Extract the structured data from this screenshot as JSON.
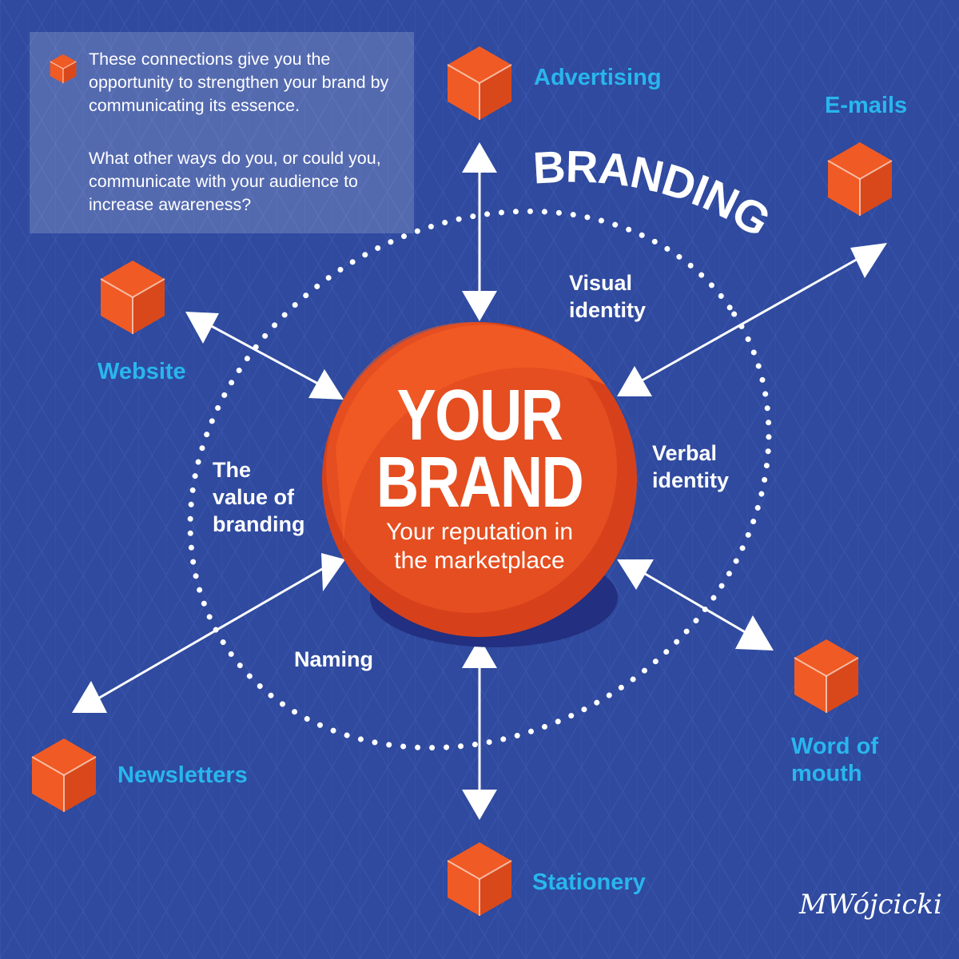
{
  "info_box": {
    "paragraph_1": "These connections give you the opportunity to strengthen your brand by communicating its essence.",
    "paragraph_2": "What other ways do you, or could you, communicate with your audience to increase awareness?"
  },
  "arc_title": "BRANDING",
  "center": {
    "title_line1": "YOUR",
    "title_line2": "BRAND",
    "subtitle_line1": "Your reputation in",
    "subtitle_line2": "the marketplace"
  },
  "ring_labels": {
    "visual_line1": "Visual",
    "visual_line2": "identity",
    "verbal_line1": "Verbal",
    "verbal_line2": "identity",
    "value_line1": "The",
    "value_line2": "value of",
    "value_line3": "branding",
    "naming": "Naming"
  },
  "channels": {
    "advertising": "Advertising",
    "emails": "E-mails",
    "website": "Website",
    "newsletters": "Newsletters",
    "stationery": "Stationery",
    "word_of_mouth_line1": "Word of",
    "word_of_mouth_line2": "mouth"
  },
  "signature": "MWójcicki",
  "icons": {
    "cube": "cube-icon",
    "arrowhead": "triangle-arrowhead"
  },
  "colors": {
    "background": "#2f4a9e",
    "grid_line": "#3a56ad",
    "orange": "#f05a24",
    "orange_dark": "#d6411b",
    "cube_left": "#e8501e",
    "cube_right": "#d9481a",
    "channel_text": "#29b6ee",
    "white": "#ffffff",
    "shadow": "#232f80"
  }
}
